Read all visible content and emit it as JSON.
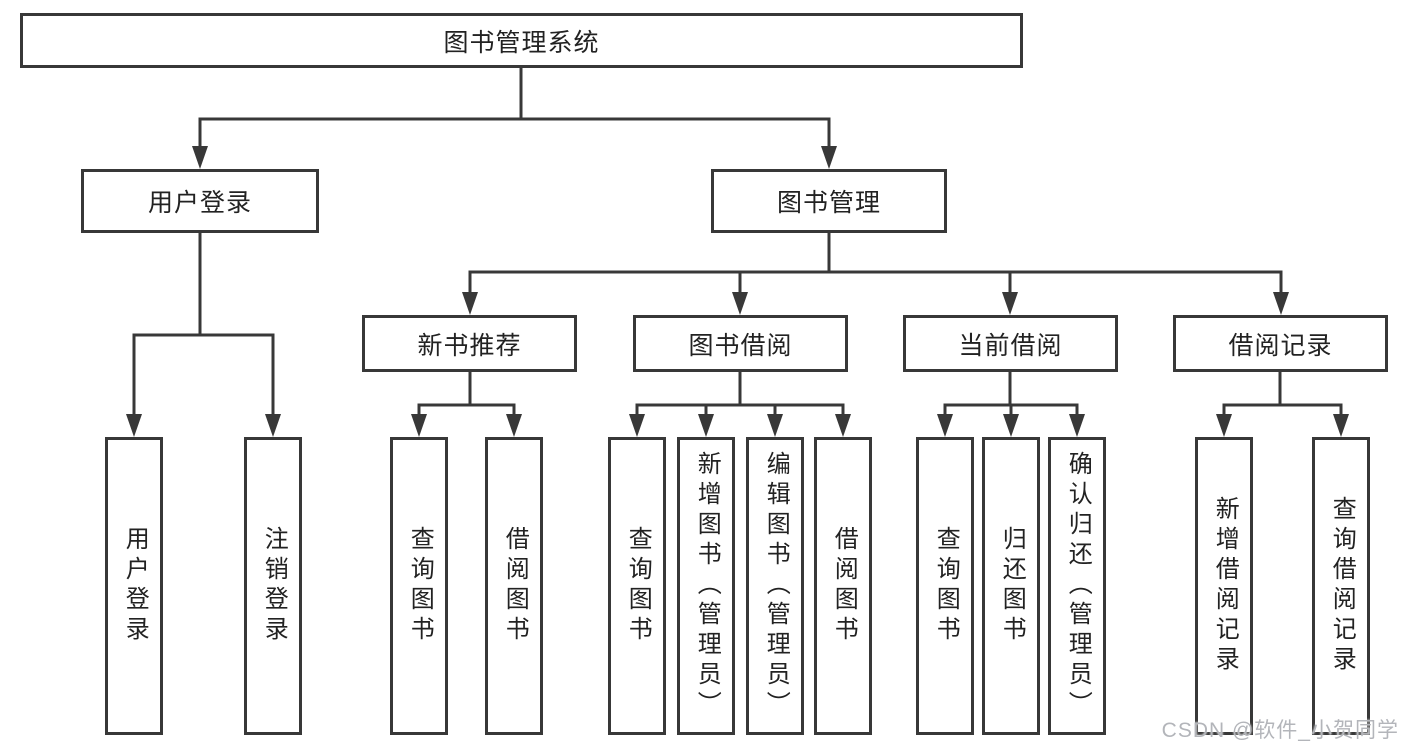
{
  "colors": {
    "line": "#383838",
    "box_border": "#383838",
    "box_fill": "#ffffff",
    "text": "#222222",
    "watermark": "#b3b5ba",
    "background": "#ffffff"
  },
  "watermark": {
    "text": "CSDN @软件_小贺同学"
  },
  "tree": {
    "root": {
      "label": "图书管理系统"
    },
    "branches": [
      {
        "label": "用户登录",
        "children": [
          {
            "label": "用户登录"
          },
          {
            "label": "注销登录"
          }
        ]
      },
      {
        "label": "图书管理",
        "children": [
          {
            "label": "新书推荐",
            "children": [
              {
                "label": "查询图书"
              },
              {
                "label": "借阅图书"
              }
            ]
          },
          {
            "label": "图书借阅",
            "children": [
              {
                "label": "查询图书"
              },
              {
                "label": "新增图书（管理员）"
              },
              {
                "label": "编辑图书（管理员）"
              },
              {
                "label": "借阅图书"
              }
            ]
          },
          {
            "label": "当前借阅",
            "children": [
              {
                "label": "查询图书"
              },
              {
                "label": "归还图书"
              },
              {
                "label": "确认归还（管理员）"
              }
            ]
          },
          {
            "label": "借阅记录",
            "children": [
              {
                "label": "新增借阅记录"
              },
              {
                "label": "查询借阅记录"
              }
            ]
          }
        ]
      }
    ]
  }
}
